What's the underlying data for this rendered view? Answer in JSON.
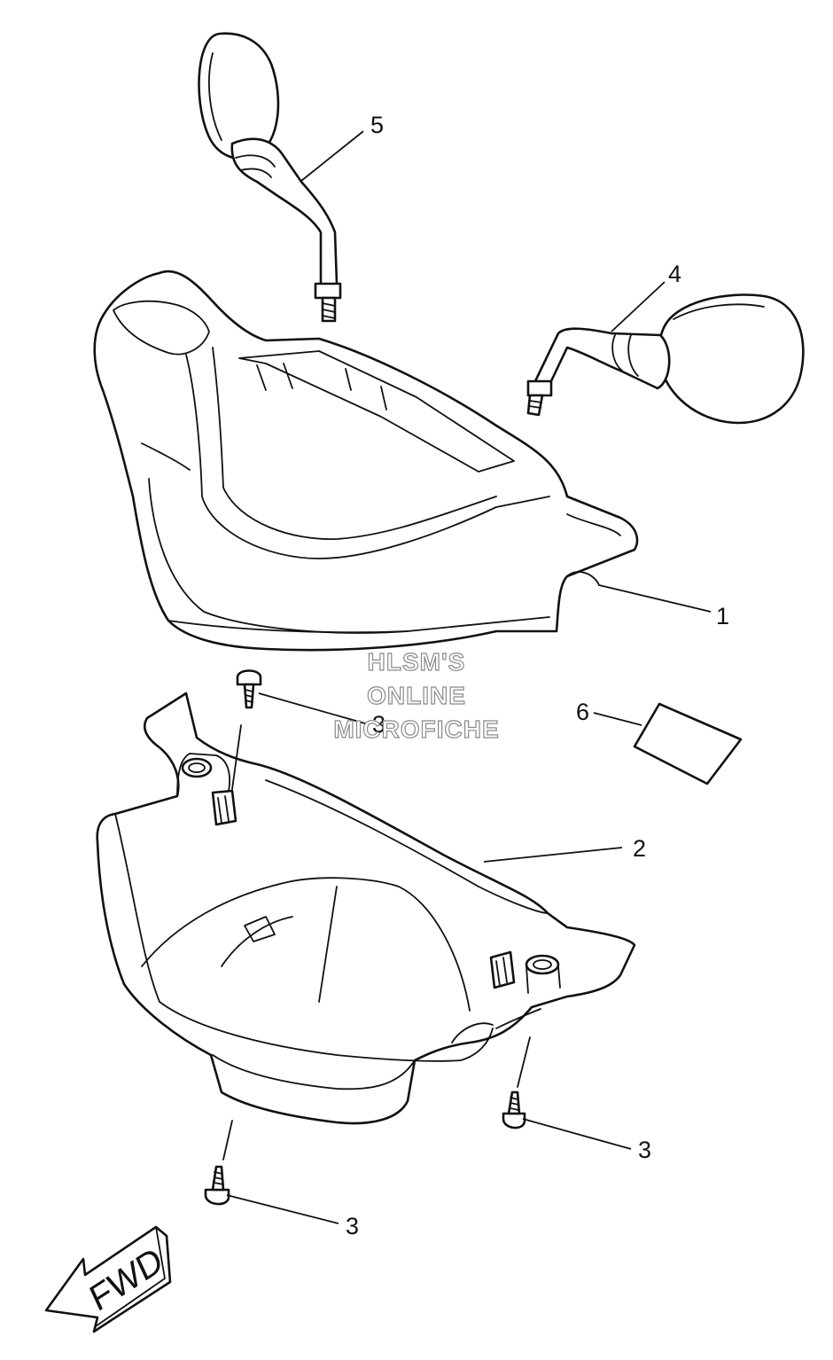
{
  "callouts": {
    "part_1": "1",
    "part_2": "2",
    "part_3_top": "3",
    "part_3_right": "3",
    "part_3_bottom": "3",
    "part_4": "4",
    "part_5": "5",
    "part_6": "6"
  },
  "watermark": {
    "line1": "HLSM'S",
    "line2": "ONLINE",
    "line3": "MICROFICHE"
  },
  "direction_arrow": {
    "label": "FWD"
  }
}
